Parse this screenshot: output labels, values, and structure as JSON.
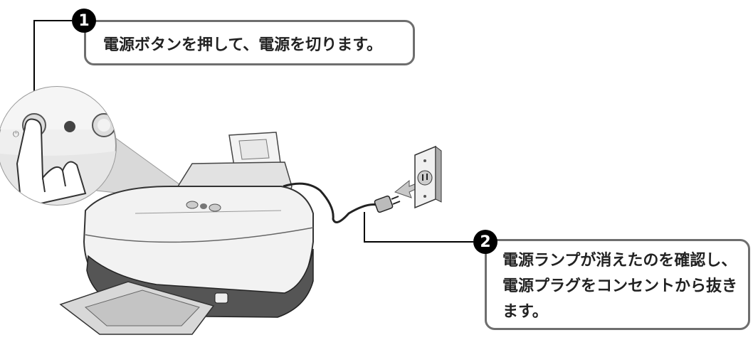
{
  "steps": [
    {
      "number": "1",
      "text": "電源ボタンを押して、電源を切ります。"
    },
    {
      "number": "2",
      "text": "電源ランプが消えたのを確認し、電源プラグをコンセントから抜きます。"
    }
  ],
  "colors": {
    "callout_border": "#6e6e6e",
    "badge": "#000000",
    "illustration_gray": "#8a8a8a"
  }
}
